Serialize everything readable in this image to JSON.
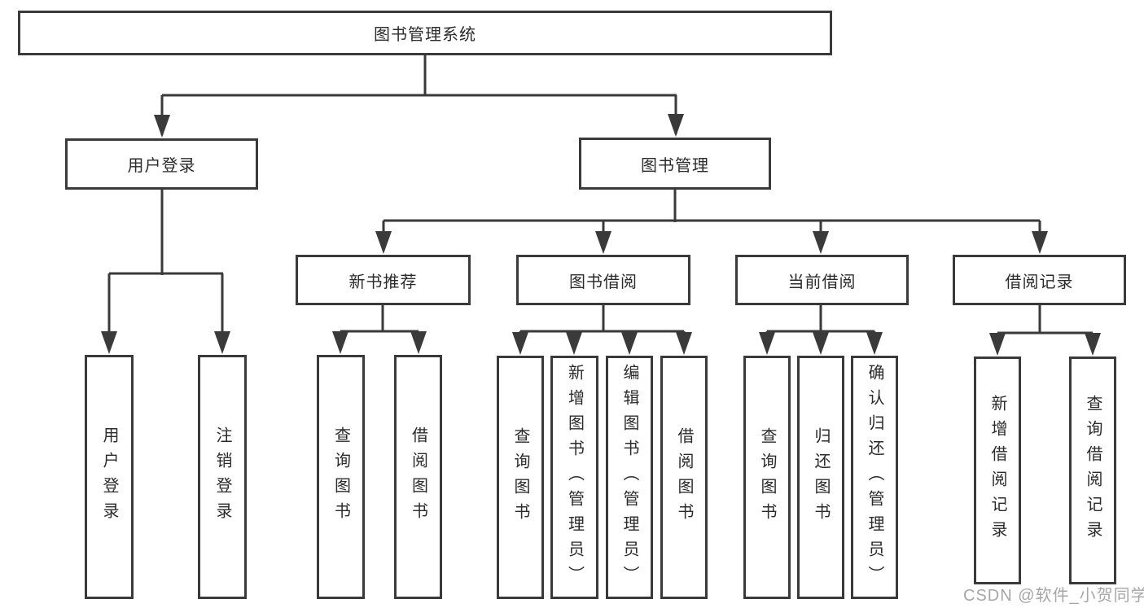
{
  "root": {
    "label": "图书管理系统"
  },
  "branches": [
    {
      "label": "用户登录",
      "children": [
        {
          "label": "用户登录"
        },
        {
          "label": "注销登录"
        }
      ]
    },
    {
      "label": "图书管理",
      "sections": [
        {
          "label": "新书推荐",
          "children": [
            {
              "label": "查询图书"
            },
            {
              "label": "借阅图书"
            }
          ]
        },
        {
          "label": "图书借阅",
          "children": [
            {
              "label": "查询图书"
            },
            {
              "label": "新增图书（管理员）"
            },
            {
              "label": "编辑图书（管理员）"
            },
            {
              "label": "借阅图书"
            }
          ]
        },
        {
          "label": "当前借阅",
          "children": [
            {
              "label": "查询图书"
            },
            {
              "label": "归还图书"
            },
            {
              "label": "确认归还（管理员）"
            }
          ]
        },
        {
          "label": "借阅记录",
          "children": [
            {
              "label": "新增借阅记录"
            },
            {
              "label": "查询借阅记录"
            }
          ]
        }
      ]
    }
  ],
  "watermark": "CSDN @软件_小贺同学",
  "colors": {
    "line": "#3a3a3a",
    "box_border": "#3a3a3a",
    "box_fill": "#ffffff",
    "text": "#2b2b2b",
    "watermark": "#969696"
  }
}
